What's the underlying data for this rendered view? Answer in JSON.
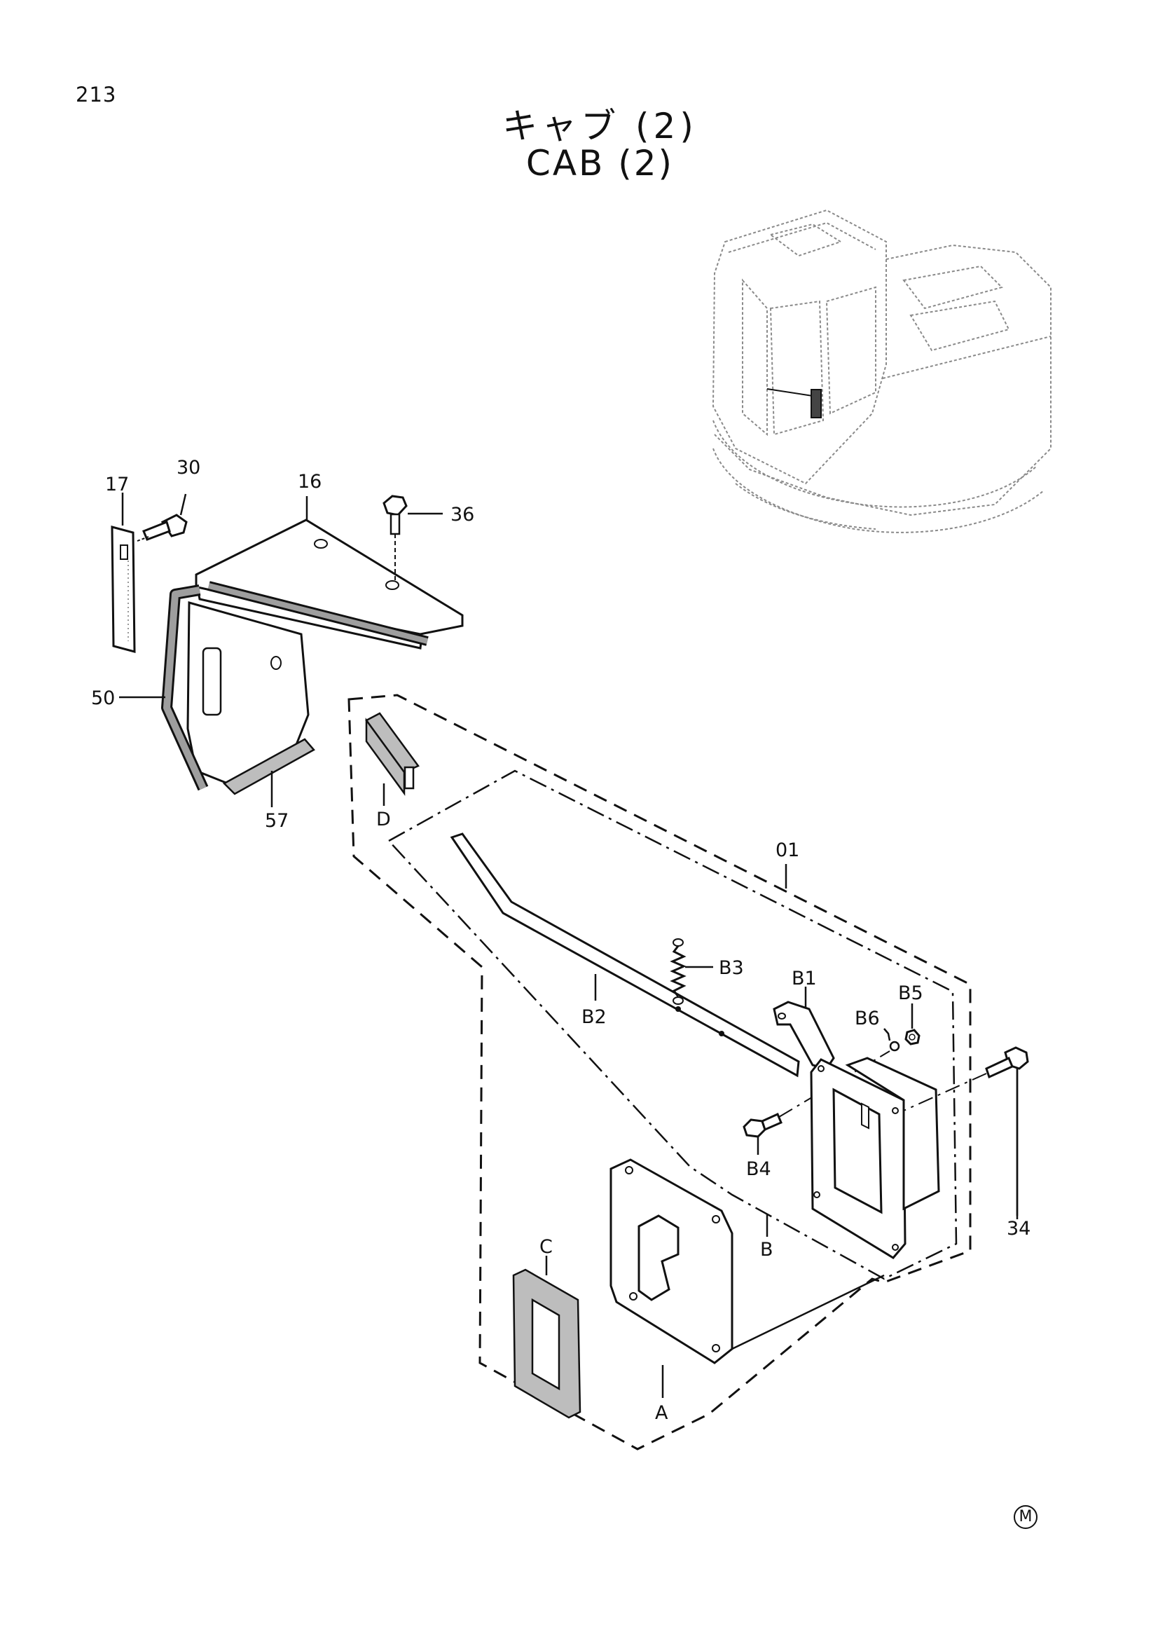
{
  "page_number": "213",
  "title_japanese": "キャブ (2)",
  "title_english": "CAB (2)",
  "footer_mark": "M",
  "callouts": [
    "17",
    "30",
    "16",
    "36",
    "50",
    "57",
    "D",
    "01",
    "B3",
    "B2",
    "B1",
    "B6",
    "B5",
    "B4",
    "34",
    "B",
    "C",
    "A"
  ]
}
